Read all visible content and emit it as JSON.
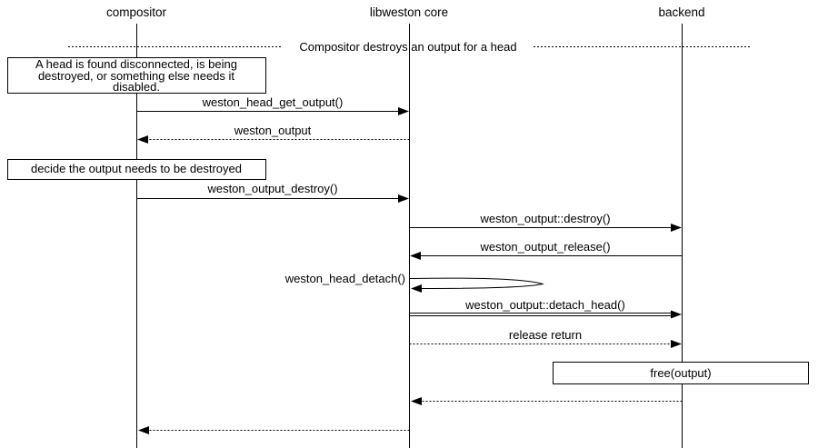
{
  "participants": [
    {
      "label": "compositor"
    },
    {
      "label": "libweston core"
    },
    {
      "label": "backend"
    }
  ],
  "divider": {
    "label": "Compositor destroys an output for a head"
  },
  "note_disconnect": {
    "line1": "A head is found disconnected, is being",
    "line2": "destroyed, or something else needs it",
    "line3": "disabled."
  },
  "note_decide": {
    "label": "decide the output needs to be destroyed"
  },
  "note_free": {
    "label": "free(output)"
  },
  "messages": {
    "head_get_output": "weston_head_get_output()",
    "weston_output_return": "weston_output",
    "output_destroy": "weston_output_destroy()",
    "output_destroy_vfunc": "weston_output::destroy()",
    "output_release": "weston_output_release()",
    "head_detach": "weston_head_detach()",
    "detach_head_vfunc": "weston_output::detach_head()",
    "release_return": "release return"
  },
  "colors": {
    "foreground": "#000000",
    "background": "#ffffff"
  }
}
